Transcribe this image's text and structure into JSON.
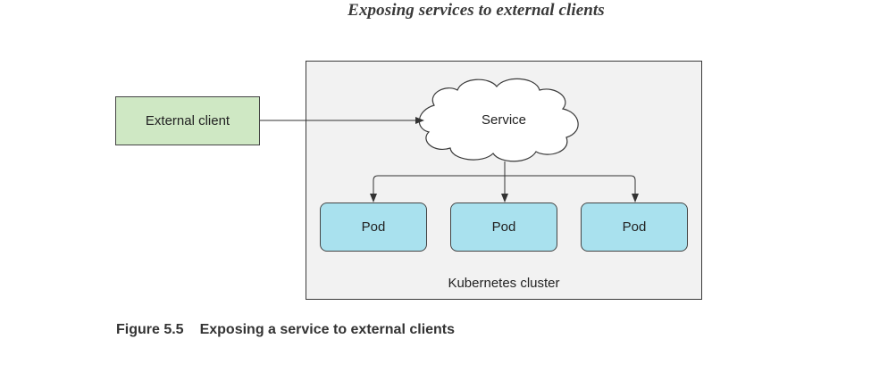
{
  "header": {
    "title": "Exposing services to external clients"
  },
  "diagram": {
    "external_client": "External client",
    "service": "Service",
    "pods": [
      "Pod",
      "Pod",
      "Pod"
    ],
    "cluster": "Kubernetes cluster"
  },
  "caption": {
    "number": "Figure 5.5",
    "text": "Exposing a service to external clients"
  }
}
